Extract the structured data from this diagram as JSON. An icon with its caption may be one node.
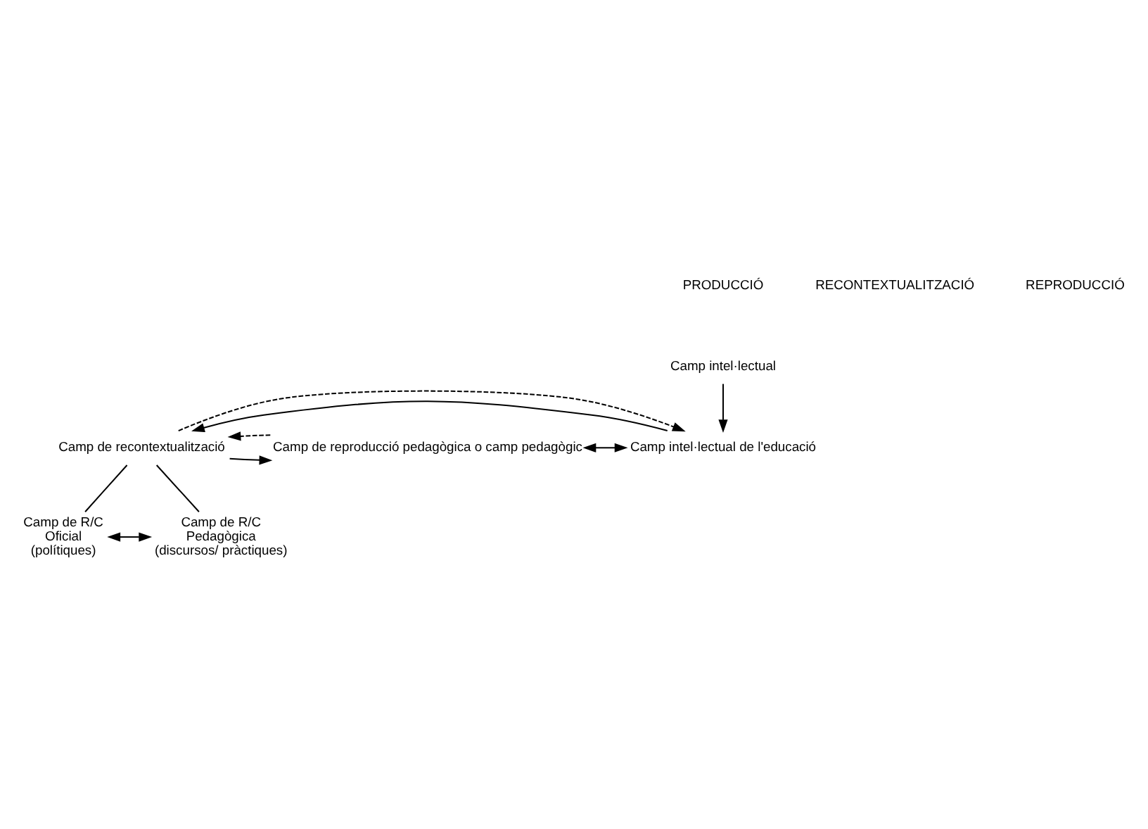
{
  "diagram": {
    "nodes": [
      {
        "text": [
          "Camp intel·lectual"
        ]
      },
      {
        "text": [
          "Camp intel·lectual de l'educació"
        ]
      },
      {
        "text": [
          "Camp de recontextualització"
        ]
      },
      {
        "text": [
          "Camp de R/C",
          "Oficial",
          "(polítiques)"
        ]
      },
      {
        "text": [
          "Camp de R/C",
          "Pedagògica",
          "(discursos/ pràctiques)"
        ]
      },
      {
        "text": [
          "Camp de reproducció pedagògica o camp pedagògic"
        ]
      }
    ],
    "edges": [
      {
        "from": 0,
        "to": 1,
        "arrow": "to"
      },
      {
        "from": 1,
        "to": 2,
        "arrow": "to"
      },
      {
        "from": 2,
        "to": 1,
        "arrow": "to",
        "style": "dashed"
      },
      {
        "from": 2,
        "to": 5,
        "arrow": "to"
      },
      {
        "from": 5,
        "to": 2,
        "arrow": "to",
        "style": "dashed"
      },
      {
        "from": 2,
        "to": 3,
        "arrow": "none"
      },
      {
        "from": 2,
        "to": 4,
        "arrow": "none"
      },
      {
        "from": 3,
        "to": 4,
        "arrow": "both"
      },
      {
        "from": 1,
        "to": 5,
        "arrow": "both"
      }
    ],
    "labels": [
      "PRODUCCIÓ",
      "RECONTEXTUALITZACIÓ",
      "REPRODUCCIÓ"
    ]
  }
}
